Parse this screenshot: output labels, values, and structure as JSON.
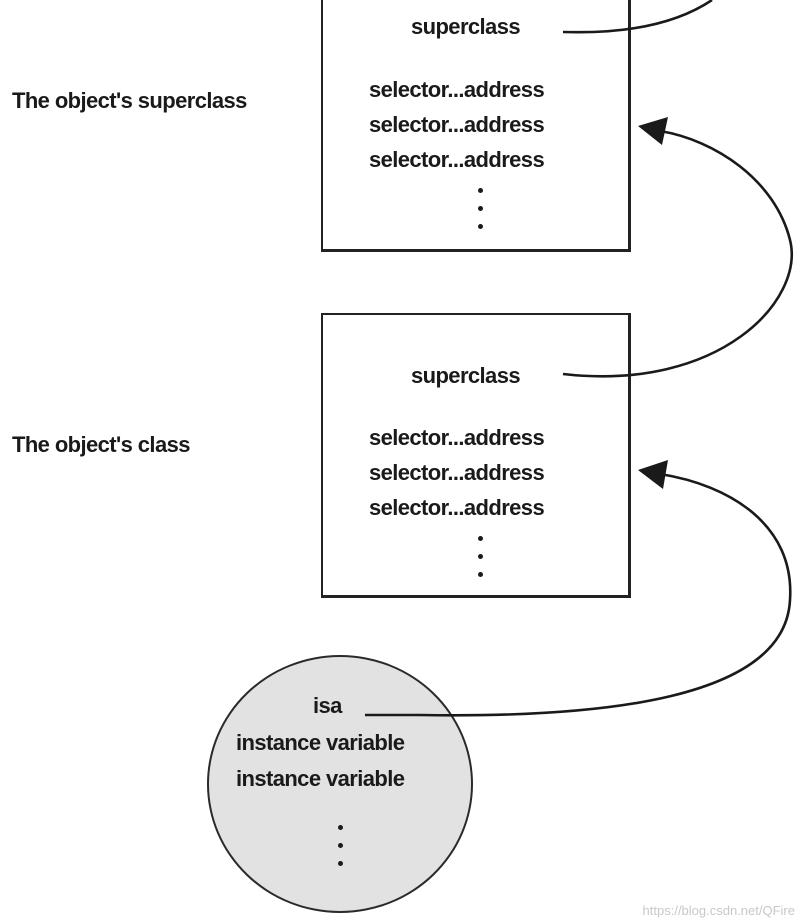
{
  "superclass_section": {
    "label": "The object's superclass",
    "box": {
      "superclass_field": "superclass",
      "method_entries": [
        "selector...address",
        "selector...address",
        "selector...address"
      ]
    }
  },
  "class_section": {
    "label": "The object's class",
    "box": {
      "superclass_field": "superclass",
      "method_entries": [
        "selector...address",
        "selector...address",
        "selector...address"
      ]
    }
  },
  "object_instance": {
    "isa_field": "isa",
    "instance_variables": [
      "instance variable",
      "instance variable"
    ]
  },
  "watermark": "https://blog.csdn.net/QFire",
  "colors": {
    "line": "#1a1a1a",
    "object_fill": "#e2e2e2",
    "background": "#ffffff"
  }
}
